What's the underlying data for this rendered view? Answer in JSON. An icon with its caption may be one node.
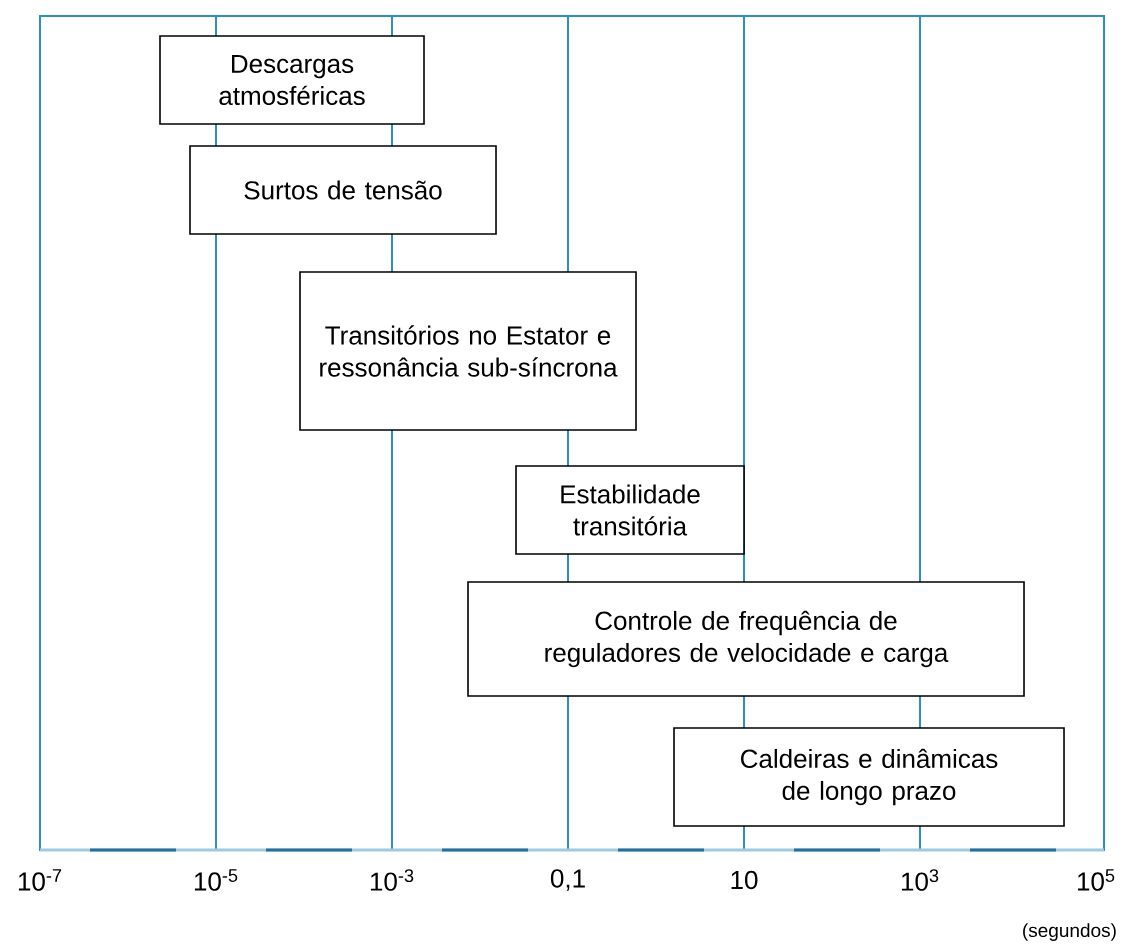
{
  "diagram": {
    "nodes": [
      {
        "text": [
          "Descargas atmosféricas"
        ]
      },
      {
        "text": [
          "Surtos de tensão"
        ]
      },
      {
        "text": [
          "Transitórios no Estator e ressonância sub-síncrona"
        ]
      },
      {
        "text": [
          "Estabilidade transitória"
        ]
      },
      {
        "text": [
          "Controle de frequência de reguladores de velocidade e carga"
        ]
      },
      {
        "text": [
          "Caldeiras e dinâmicas de longo prazo"
        ]
      }
    ],
    "labels": [
      "10$^{-7}$",
      "10$^{-5}$",
      "10$^{-3}$",
      "0,1",
      "10",
      "10$^{3}$",
      "10$^{5}$",
      "(segundos)"
    ]
  }
}
